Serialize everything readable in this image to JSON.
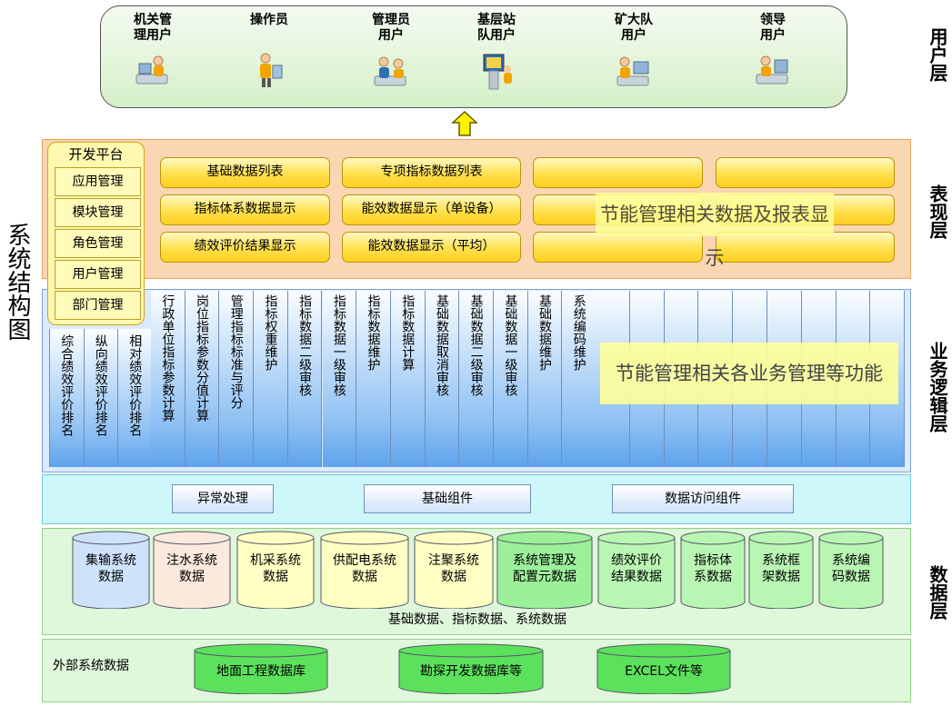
{
  "title": "系统结构图",
  "layer_labels": {
    "user": "用户层",
    "presentation": "表现层",
    "business": "业务逻辑层",
    "data": "数据层"
  },
  "users": [
    {
      "label": "机关管\n理用户",
      "icon": "desk-user-icon"
    },
    {
      "label": "操作员",
      "icon": "operator-icon"
    },
    {
      "label": "管理员\n用户",
      "icon": "admin-user-icon"
    },
    {
      "label": "基层站\n队用户",
      "icon": "kiosk-user-icon"
    },
    {
      "label": "矿大队\n用户",
      "icon": "computer-user-icon"
    },
    {
      "label": "领导\n用户",
      "icon": "leader-user-icon"
    }
  ],
  "dev_platform": {
    "title": "开发平台",
    "items": [
      "应用管理",
      "模块管理",
      "角色管理",
      "用户管理",
      "部门管理"
    ]
  },
  "presentation_buttons": {
    "col1": [
      "基础数据列表",
      "指标体系数据显示",
      "绩效评价结果显示"
    ],
    "col2": [
      "专项指标数据列表",
      "能效数据显示（单设备）",
      "能效数据显示（平均）"
    ]
  },
  "presentation_highlight": "节能管理相关数据及报表显示",
  "business_columns_left": [
    "综合绩效评价排名",
    "纵向绩效评价排名",
    "相对绩效评价排名"
  ],
  "business_columns": [
    "行政单位指标参数计算",
    "岗位指标参数分值计算",
    "管理指标标准与评分",
    "指标权重维护",
    "指标数据二级审核",
    "指标数据一级审核",
    "指标数据维护",
    "指标数据计算",
    "基础数据取消审核",
    "基础数据二级审核",
    "基础数据一级审核",
    "基础数据维护",
    "系统编码维护"
  ],
  "business_highlight": "节能管理相关各业务管理等功能",
  "components": [
    "异常处理",
    "基础组件",
    "数据访问组件"
  ],
  "databases": [
    {
      "label": "集输系统\n数据",
      "color": "#cfe2fb"
    },
    {
      "label": "注水系统\n数据",
      "color": "#fbe9dd"
    },
    {
      "label": "机采系统\n数据",
      "color": "#ffffc4"
    },
    {
      "label": "供配电系统\n数据",
      "color": "#ffffc4"
    },
    {
      "label": "注聚系统\n数据",
      "color": "#ffffc4"
    },
    {
      "label": "系统管理及\n配置元数据",
      "color": "#9cf09a"
    },
    {
      "label": "绩效评价\n结果数据",
      "color": "#b9f6b3"
    },
    {
      "label": "指标体\n系数据",
      "color": "#b9f6b3"
    },
    {
      "label": "系统框\n架数据",
      "color": "#b9f6b3"
    },
    {
      "label": "系统编\n码数据",
      "color": "#b9f6b3"
    }
  ],
  "data_caption": "基础数据、指标数据、系统数据",
  "external": {
    "label": "外部系统数据",
    "databases": [
      "地面工程数据库",
      "勘探开发数据库等",
      "EXCEL文件等"
    ]
  }
}
